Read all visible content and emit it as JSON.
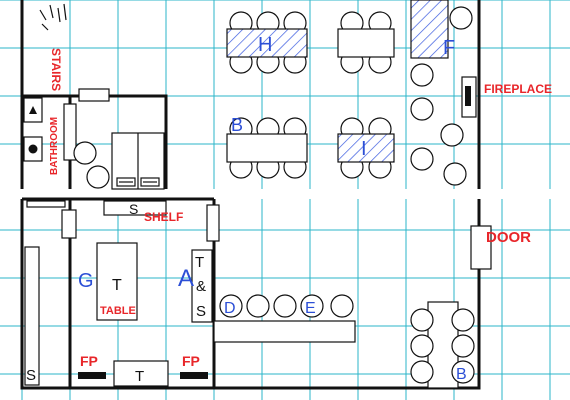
{
  "map": {
    "labels": {
      "stairs": "STAIRS",
      "bathroom": "BATHROOM",
      "fireplace": "FIREPLACE",
      "door": "DOOR",
      "shelf": "SHELF",
      "table": "TABLE",
      "fp_left": "FP",
      "fp_right": "FP"
    },
    "letters": {
      "h": "H",
      "f": "F",
      "b_upper": "B",
      "i": "I",
      "g": "G",
      "a": "A",
      "d": "D",
      "e": "E",
      "b_lower": "B"
    },
    "furniture_marks": {
      "s_shelf": "S",
      "t_table_g": "T",
      "t_top": "T",
      "amp": "&",
      "s_mid": "S",
      "s_corner": "S",
      "t_bottom": "T"
    }
  },
  "colors": {
    "grid": "#2bb6c9",
    "wall": "#111111",
    "label_red": "#e8262a",
    "letter_blue": "#2c4fd6",
    "hatch": "#3a5be0"
  }
}
